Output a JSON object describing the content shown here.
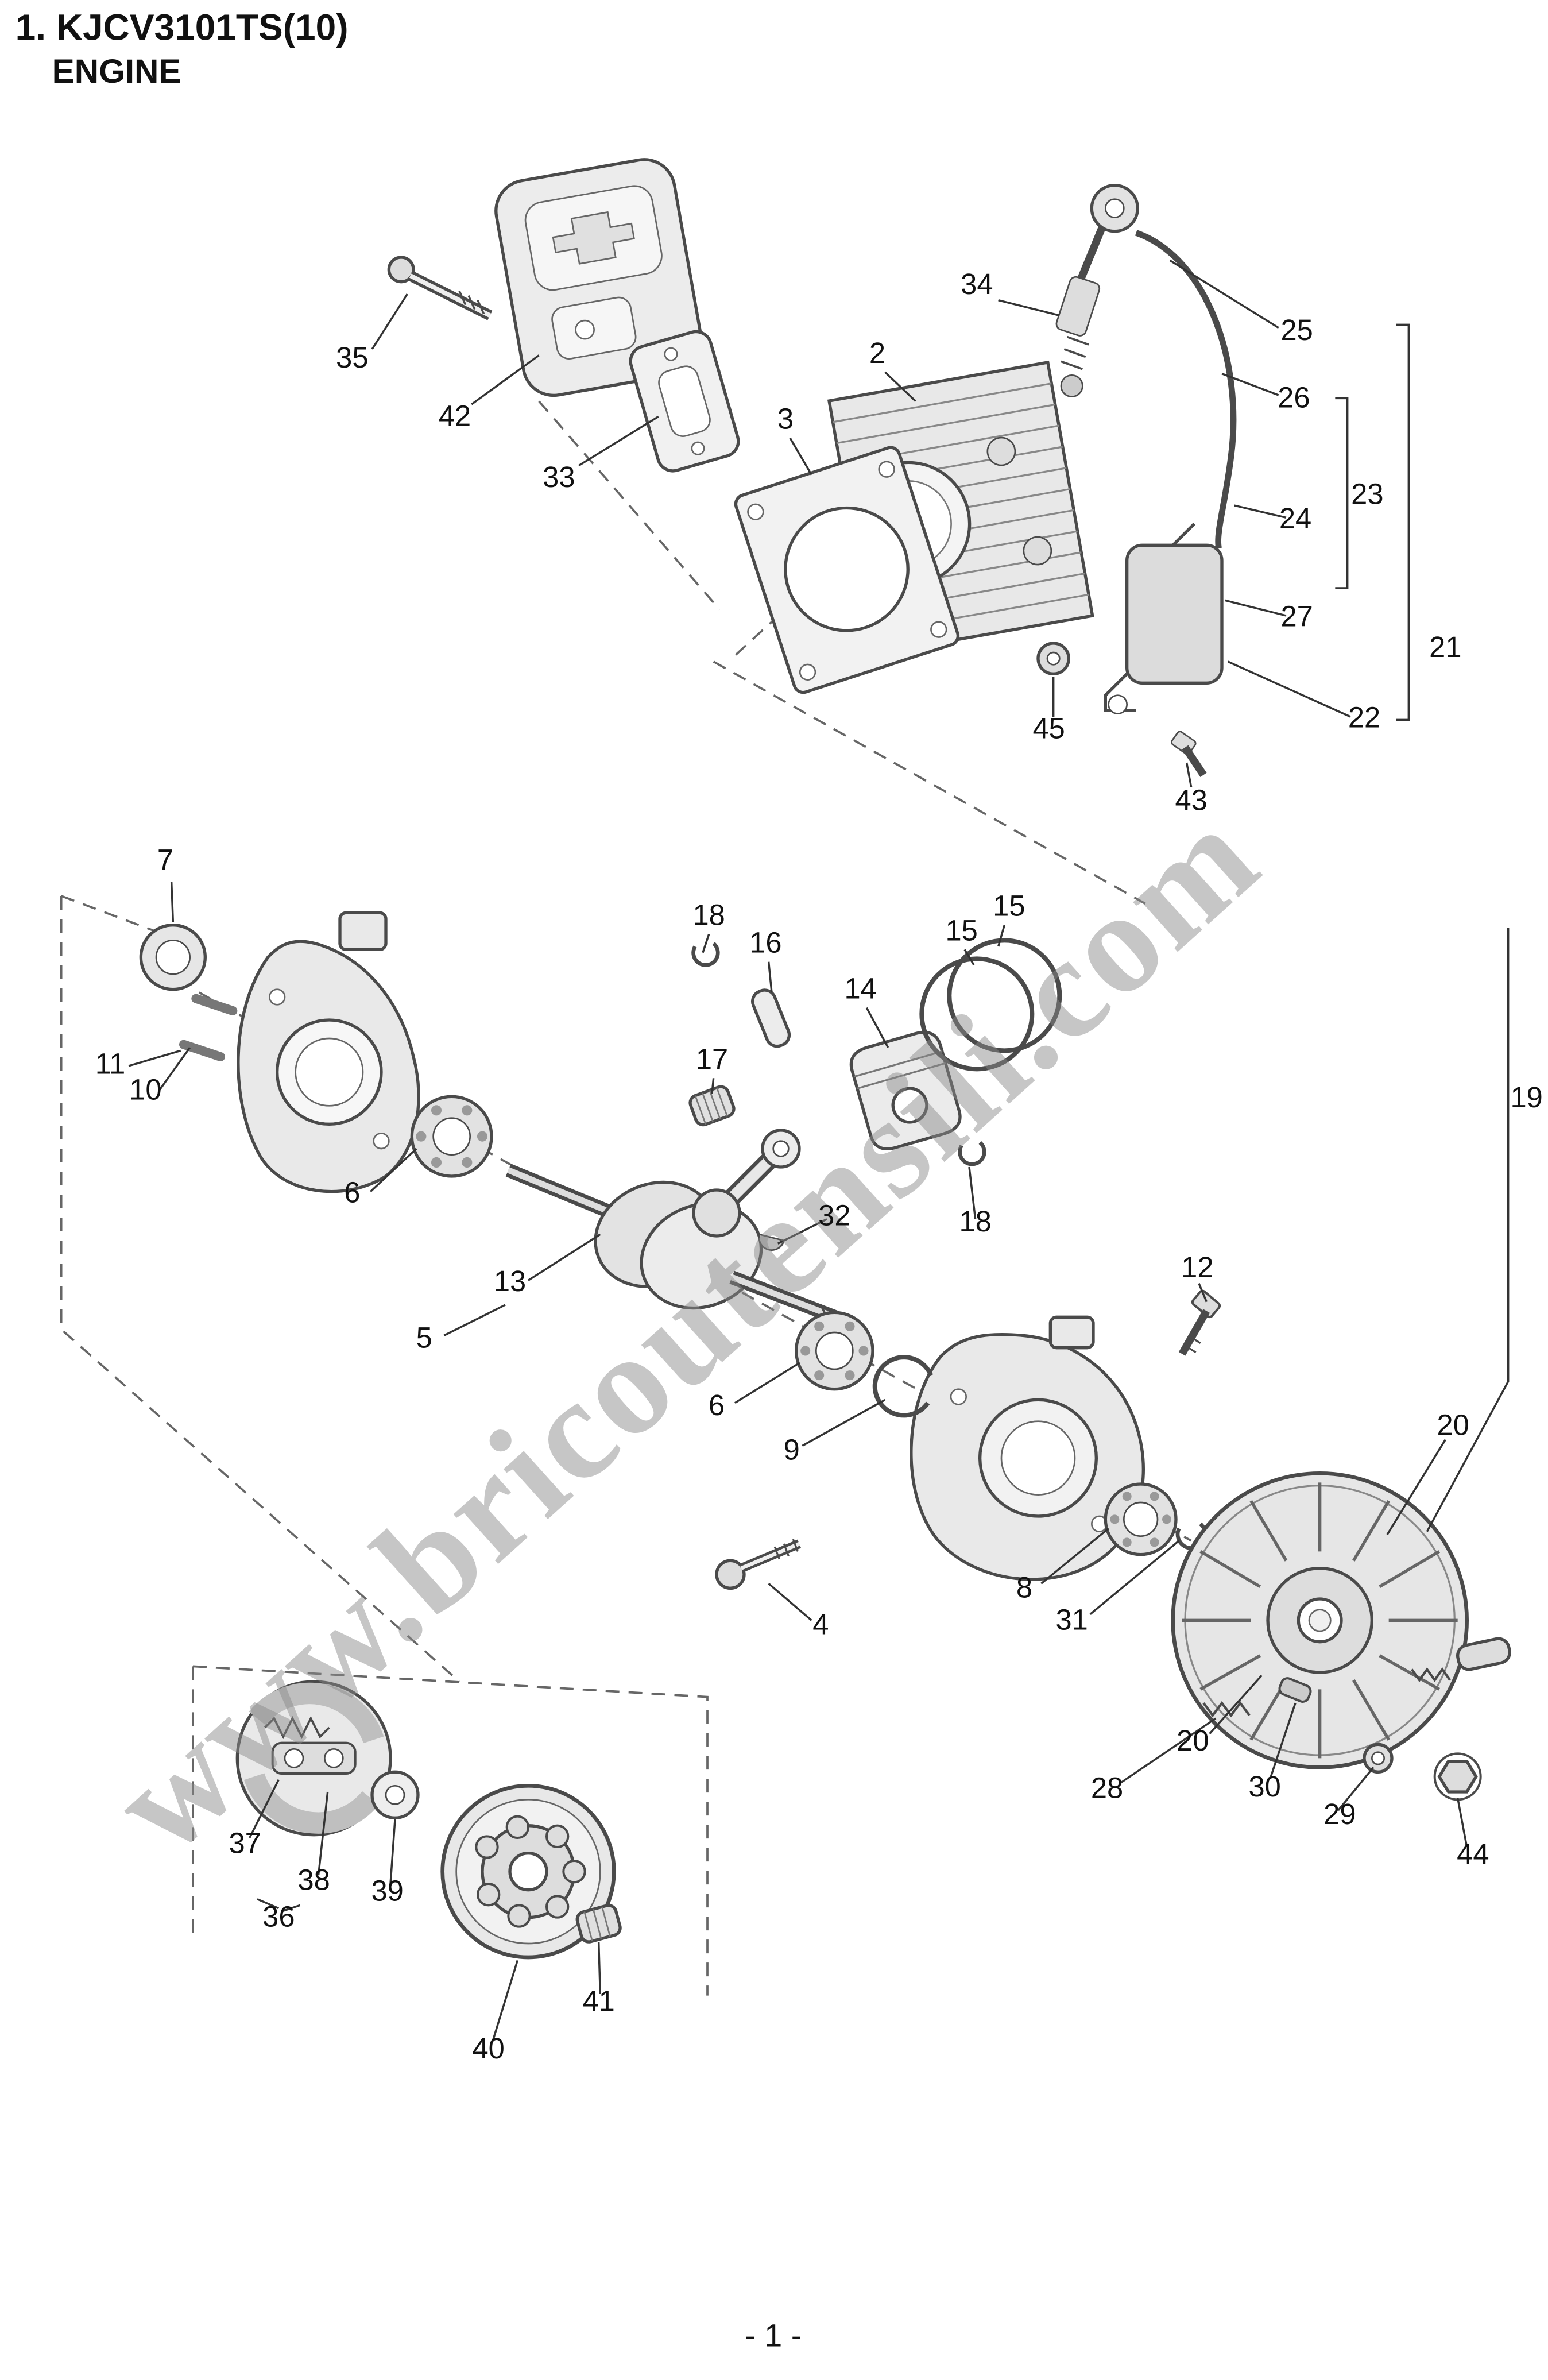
{
  "title": {
    "line1": "1. KJCV3101TS(10)",
    "line2": "ENGINE"
  },
  "page": {
    "number": "- 1 -"
  },
  "watermark": {
    "text": "www.bricoutensili.com"
  },
  "diagram": {
    "name": "engine-exploded-parts-diagram",
    "labels": [
      {
        "text": "35"
      },
      {
        "text": "42"
      },
      {
        "text": "33"
      },
      {
        "text": "3"
      },
      {
        "text": "2"
      },
      {
        "text": "34"
      },
      {
        "text": "25"
      },
      {
        "text": "26"
      },
      {
        "text": "23"
      },
      {
        "text": "24"
      },
      {
        "text": "27"
      },
      {
        "text": "21"
      },
      {
        "text": "22"
      },
      {
        "text": "45"
      },
      {
        "text": "43"
      },
      {
        "text": "7"
      },
      {
        "text": "18"
      },
      {
        "text": "16"
      },
      {
        "text": "15"
      },
      {
        "text": "15"
      },
      {
        "text": "14"
      },
      {
        "text": "11"
      },
      {
        "text": "10"
      },
      {
        "text": "17"
      },
      {
        "text": "19"
      },
      {
        "text": "6"
      },
      {
        "text": "32"
      },
      {
        "text": "18"
      },
      {
        "text": "13"
      },
      {
        "text": "12"
      },
      {
        "text": "5"
      },
      {
        "text": "6"
      },
      {
        "text": "9"
      },
      {
        "text": "20"
      },
      {
        "text": "8"
      },
      {
        "text": "31"
      },
      {
        "text": "4"
      },
      {
        "text": "20"
      },
      {
        "text": "37"
      },
      {
        "text": "38"
      },
      {
        "text": "39"
      },
      {
        "text": "36"
      },
      {
        "text": "28"
      },
      {
        "text": "30"
      },
      {
        "text": "29"
      },
      {
        "text": "44"
      },
      {
        "text": "41"
      },
      {
        "text": "40"
      }
    ]
  }
}
